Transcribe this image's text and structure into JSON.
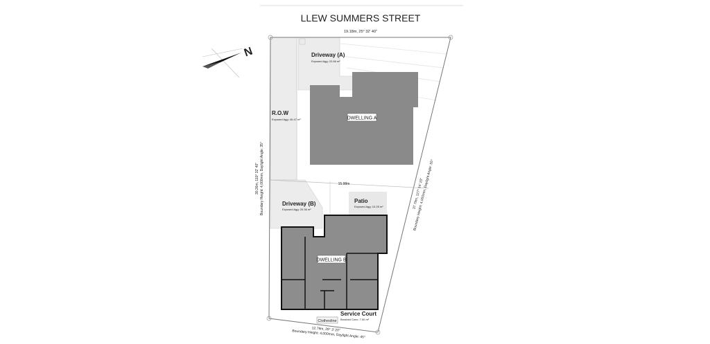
{
  "street_name": "LLEW SUMMERS STREET",
  "compass": {
    "label": "N"
  },
  "dimensions": {
    "top": "19.18m, 25° 32' 40\"",
    "left": "30.26m, 110° 32' 40\"",
    "left_sub": "Boundary Height: 4,000mm, Daylight Angle: 35°",
    "right": "37.79m, 127° 14' 20\"",
    "right_sub": "Boundary Height: 4,000mm, Daylight Angle: 55°",
    "bottom": "12.79m, 29° 3' 20\"",
    "bottom_sub": "Boundary Height: 4,000mm, Daylight Angle: 45°",
    "middle": "15.98m"
  },
  "areas": {
    "driveway_a": {
      "title": "Driveway (A)",
      "sub": "Exposed Agg: 22.66 m²"
    },
    "row": {
      "title": "R.O.W",
      "sub": "Exposed Agg: 40.47 m²"
    },
    "dwelling_a": {
      "title": "DWELLING A"
    },
    "driveway_b": {
      "title": "Driveway (B)",
      "sub": "Exposed Agg: 20.36 m²"
    },
    "patio": {
      "title": "Patio",
      "sub": "Exposed Agg: 10.25 m²"
    },
    "dwelling_b": {
      "title": "DWELLING B"
    },
    "service_court": {
      "title": "Service Court",
      "sub": "Brushed Conc: 7.00 m²"
    },
    "clothesline": {
      "title": "Clothesline"
    }
  },
  "colors": {
    "building": "#8a8a8a",
    "paving": "#ebebeb"
  }
}
